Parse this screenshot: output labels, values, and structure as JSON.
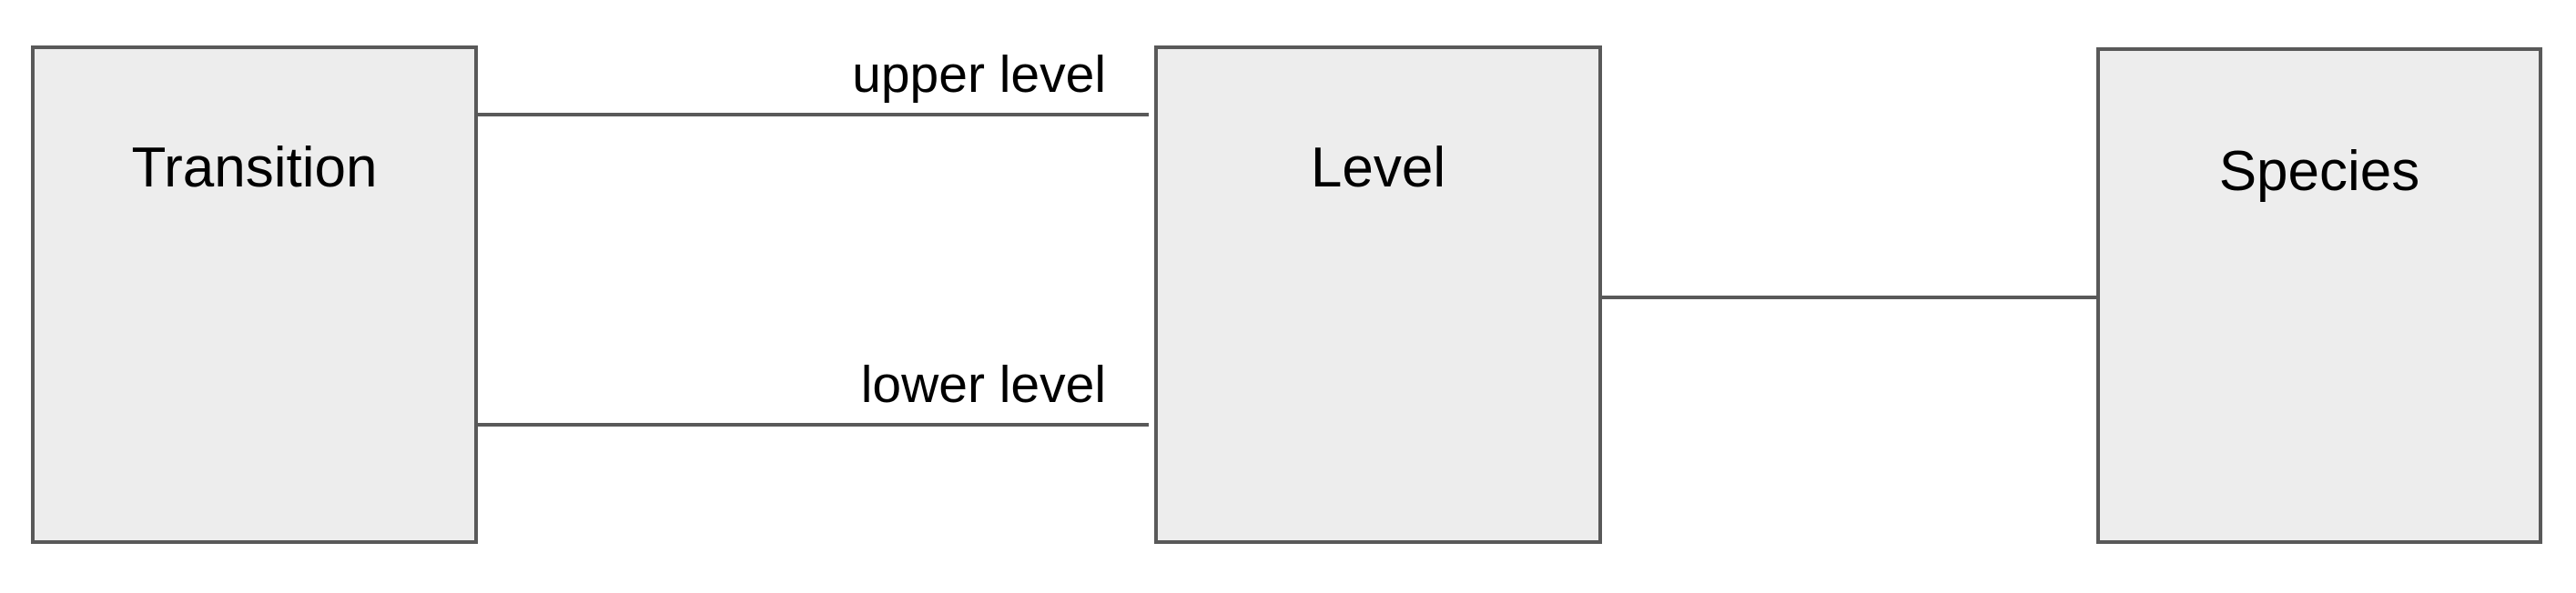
{
  "diagram": {
    "type": "entity-relationship",
    "background_color": "#ffffff",
    "box_fill_color": "#ededed",
    "stroke_color": "#595959",
    "text_color": "#000000",
    "entities": [
      {
        "id": "transition",
        "label": "Transition"
      },
      {
        "id": "level",
        "label": "Level"
      },
      {
        "id": "species",
        "label": "Species"
      }
    ],
    "relationships": [
      {
        "id": "upper-level",
        "from": "transition",
        "to": "level",
        "label": "upper level"
      },
      {
        "id": "lower-level",
        "from": "transition",
        "to": "level",
        "label": "lower level"
      },
      {
        "id": "level-species",
        "from": "level",
        "to": "species",
        "label": ""
      }
    ]
  }
}
